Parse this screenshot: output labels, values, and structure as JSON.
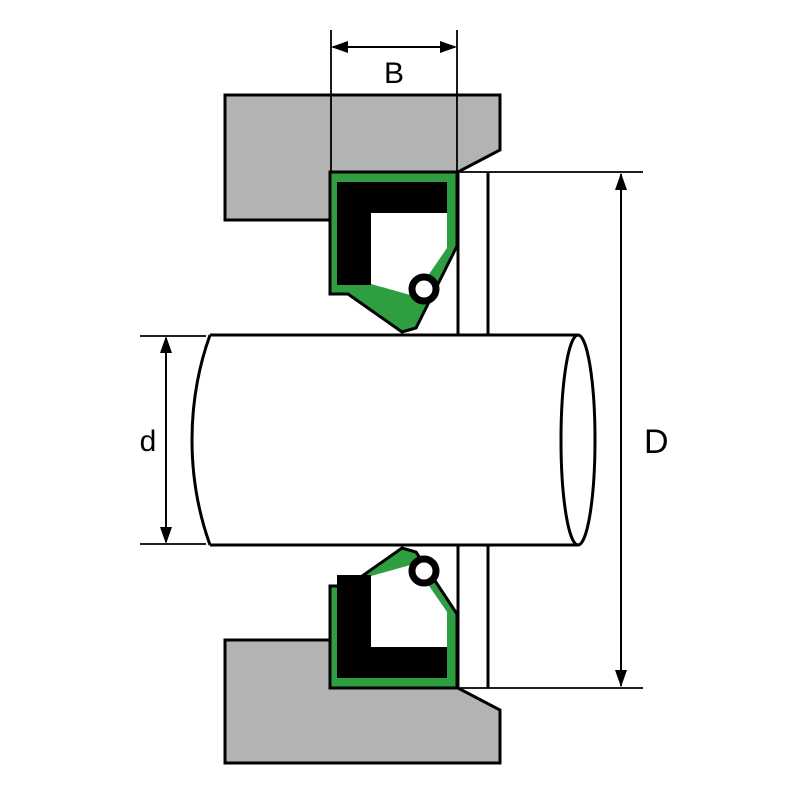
{
  "dimensions": {
    "width_label": "B",
    "shaft_diameter_label": "d",
    "outer_diameter_label": "D"
  },
  "colors": {
    "housing_gray": "#b3b3b3",
    "seal_green": "#2f9e41",
    "outline": "#000000",
    "background": "#ffffff"
  }
}
